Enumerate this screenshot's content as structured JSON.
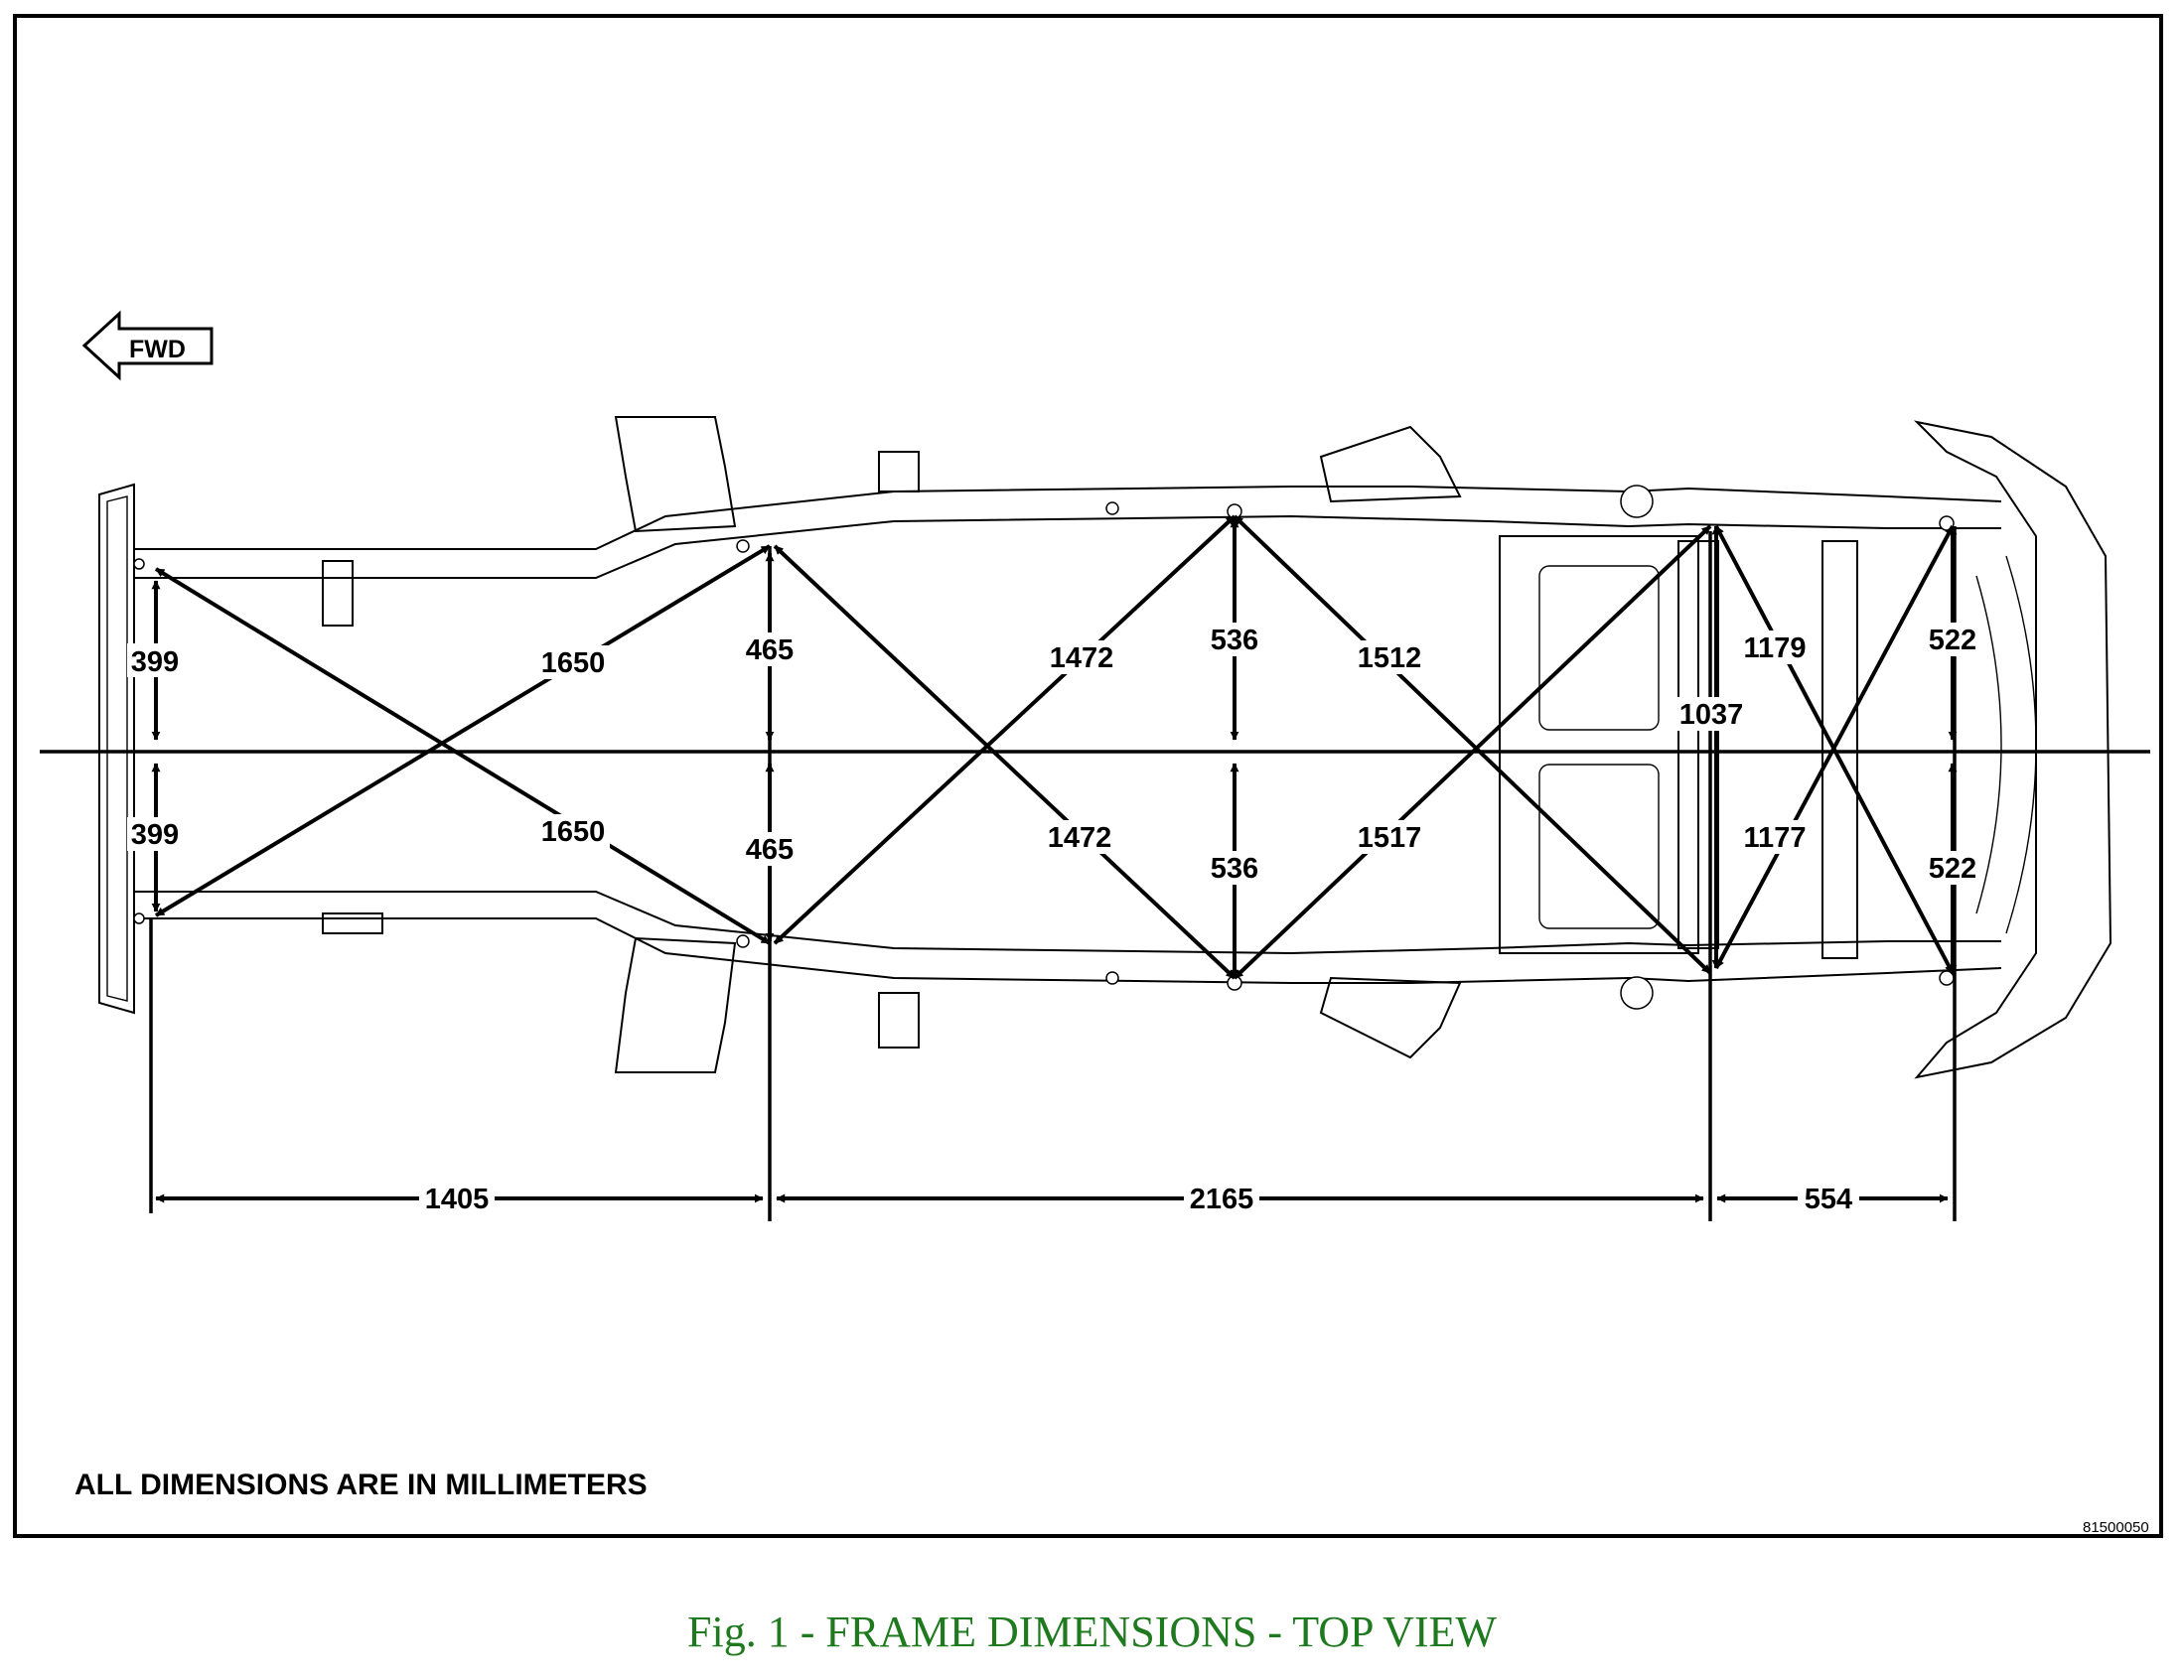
{
  "caption": "Fig. 1 - FRAME DIMENSIONS - TOP VIEW",
  "note": "ALL DIMENSIONS ARE IN MILLIMETERS",
  "fwd_label": "FWD",
  "figure_code": "81500050",
  "colors": {
    "caption": "#1f7a1f",
    "lines": "#000000",
    "background": "#ffffff"
  },
  "dimensions": {
    "half_width": {
      "front_upper": "399",
      "front_lower": "399",
      "station2_upper": "465",
      "station2_lower": "465",
      "station3_upper": "536",
      "station3_lower": "536",
      "rear_upper": "522",
      "rear_lower": "522",
      "station4_full": "1037"
    },
    "diagonals": {
      "front_upper": "1650",
      "front_lower": "1650",
      "mid_upper": "1472",
      "mid_lower": "1472",
      "center_upper": "1512",
      "center_lower": "1517",
      "rear_upper": "1179",
      "rear_lower": "1177"
    },
    "longitudinal": {
      "seg1": "1405",
      "seg2": "2165",
      "seg3": "554"
    }
  }
}
